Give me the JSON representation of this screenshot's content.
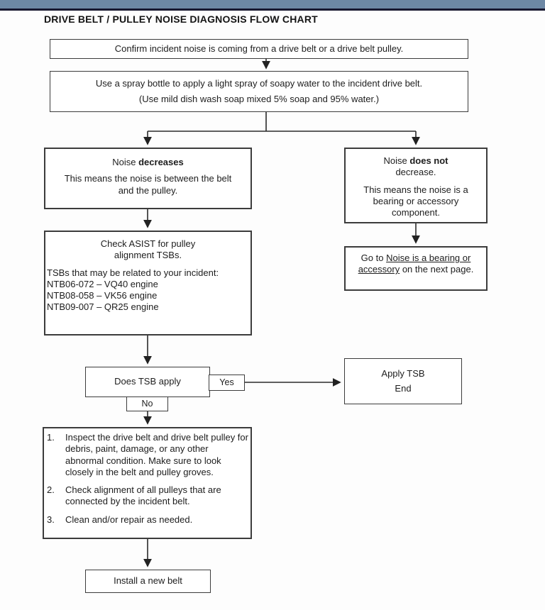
{
  "page": {
    "title": "DRIVE BELT / PULLEY NOISE DIAGNOSIS FLOW CHART"
  },
  "colors": {
    "top_bar": "#6d88a5",
    "top_bar_edge": "#181830",
    "box_border": "#3c3c3c",
    "line": "#2b2b2b"
  },
  "flowchart": {
    "confirm_box": {
      "text": "Confirm incident noise is coming from a drive belt or a drive belt pulley."
    },
    "spray_box": {
      "line1": "Use a spray bottle to apply a light spray of soapy water to the incident drive belt.",
      "line2": "(Use mild dish wash soap mixed 5% soap and 95% water.)"
    },
    "noise_decreases_box": {
      "title_prefix": "Noise ",
      "title_bold": "decreases",
      "body": "This means the noise is between the belt and the pulley."
    },
    "noise_not_decrease_box": {
      "title_prefix": "Noise ",
      "title_bold": "does not",
      "title_line2": "decrease.",
      "body": "This means the noise is a bearing or accessory component."
    },
    "check_asist_box": {
      "title": "Check ASIST for pulley alignment TSBs.",
      "intro": "TSBs that may be related to your incident:",
      "tsbs": [
        "NTB06-072 – VQ40 engine",
        "NTB08-058 – VK56 engine",
        "NTB09-007 – QR25 engine"
      ]
    },
    "goto_box": {
      "prefix": "Go to ",
      "link_text": "Noise is a bearing or accessory",
      "suffix": " on the next page."
    },
    "does_tsb_apply_box": {
      "text": "Does TSB apply"
    },
    "yes_label": "Yes",
    "no_label": "No",
    "apply_tsb_box": {
      "line1": "Apply TSB",
      "line2": "End"
    },
    "inspect_box": {
      "items": [
        {
          "num": "1.",
          "text": "Inspect the drive belt and drive belt pulley for debris, paint, damage, or any other abnormal condition. Make sure to look closely in the belt and pulley groves."
        },
        {
          "num": "2.",
          "text": "Check alignment of all pulleys that are connected by the incident belt."
        },
        {
          "num": "3.",
          "text": "Clean and/or repair as needed."
        }
      ]
    },
    "install_box": {
      "text": "Install a new belt"
    }
  }
}
